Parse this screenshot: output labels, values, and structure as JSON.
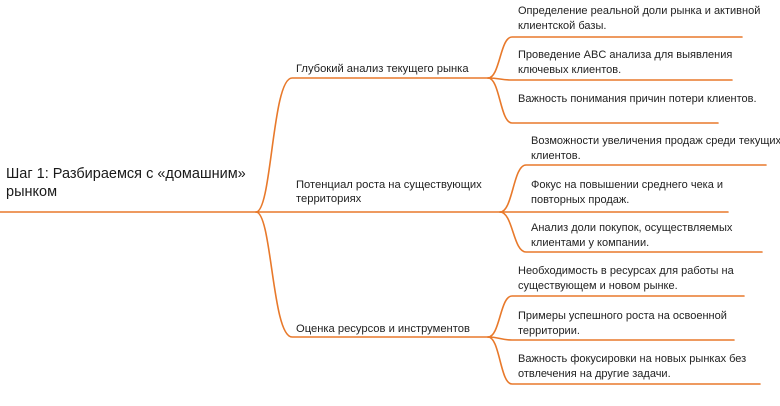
{
  "accent_color": "#e8792b",
  "root": {
    "label": "Шаг 1: Разбираемся с «домашним» рынком"
  },
  "branches": [
    {
      "label": "Глубокий анализ текущего рынка",
      "leaves": [
        "Определение реальной доли рынка и активной клиентской базы.",
        "Проведение ABC анализа для выявления ключевых клиентов.",
        "Важность понимания причин потери клиентов."
      ]
    },
    {
      "label": "Потенциал роста на существующих территориях",
      "leaves": [
        "Возможности увеличения продаж среди текущих клиентов.",
        "Фокус на повышении среднего чека и повторных продаж.",
        "Анализ доли покупок, осуществляемых клиентами у компании."
      ]
    },
    {
      "label": "Оценка ресурсов и инструментов",
      "leaves": [
        "Необходимость в ресурсах для работы на существующем и новом рынке.",
        "Примеры успешного роста на освоенной территории.",
        "Важность фокусировки на новых рынках без отвлечения на другие задачи."
      ]
    }
  ]
}
